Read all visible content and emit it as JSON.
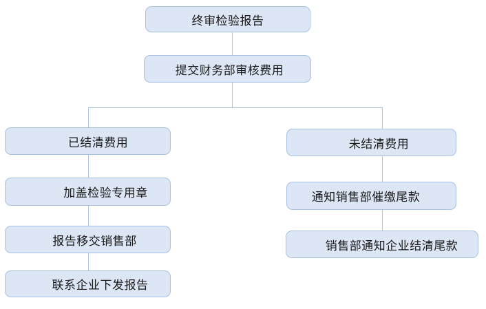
{
  "diagram": {
    "type": "flowchart",
    "colors": {
      "background": "#ffffff",
      "node_fill": "#dce6f5",
      "node_border": "#a9c1e0",
      "connector": "#aec4de",
      "text": "#1a1a1a"
    },
    "nodes": {
      "final_report": {
        "label": "终审检验报告"
      },
      "submit_finance": {
        "label": "提交财务部审核费用"
      },
      "settled": {
        "label": "已结清费用"
      },
      "stamp_seal": {
        "label": "加盖检验专用章"
      },
      "transfer_sales": {
        "label": "报告移交销售部"
      },
      "contact_enterprise": {
        "label": "联系企业下发报告"
      },
      "unsettled": {
        "label": "未结清费用"
      },
      "notify_sales_urge": {
        "label": "通知销售部催缴尾款"
      },
      "sales_notify_settle": {
        "label": "销售部通知企业结清尾款"
      }
    },
    "edges": [
      {
        "from": "final_report",
        "to": "submit_finance"
      },
      {
        "from": "submit_finance",
        "to": "settled"
      },
      {
        "from": "submit_finance",
        "to": "unsettled"
      },
      {
        "from": "settled",
        "to": "stamp_seal"
      },
      {
        "from": "stamp_seal",
        "to": "transfer_sales"
      },
      {
        "from": "transfer_sales",
        "to": "contact_enterprise"
      },
      {
        "from": "unsettled",
        "to": "notify_sales_urge"
      },
      {
        "from": "notify_sales_urge",
        "to": "sales_notify_settle"
      }
    ]
  }
}
